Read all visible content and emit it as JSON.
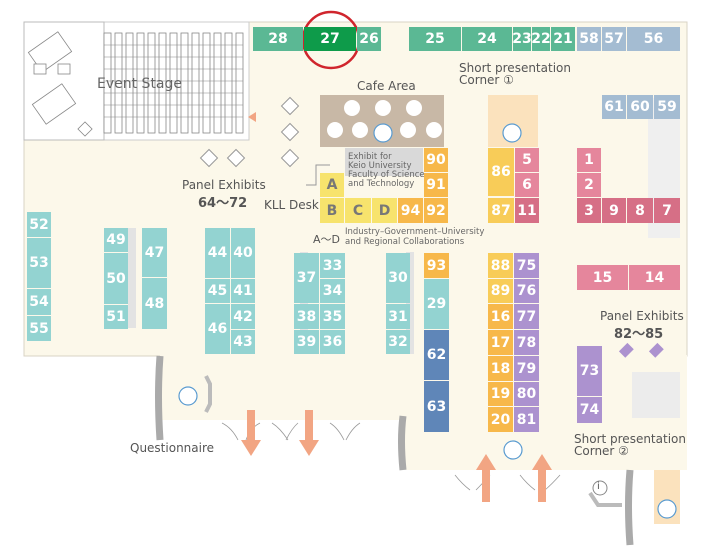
{
  "labels": {
    "event_stage": "Event Stage",
    "cafe_area": "Cafe Area",
    "short_presentation_1": "Short presentation",
    "short_presentation_1b": "Corner ①",
    "short_presentation_2": "Short presentation",
    "short_presentation_2b": "Corner ②",
    "panel_exhibits_a": "Panel Exhibits",
    "panel_exhibits_a_range": "64〜72",
    "panel_exhibits_b": "Panel Exhibits",
    "panel_exhibits_b_range": "82〜85",
    "kll_desk": "KLL Desk",
    "keio_exhibit_1": "Exhibit for",
    "keio_exhibit_2": "Keio University",
    "keio_exhibit_3": "Faculty of Science",
    "keio_exhibit_4": "and Technology",
    "igu_range": "A〜D",
    "igu_1": "Industry–Government–University",
    "igu_2": "and Regional Collaborations",
    "questionnaire": "Questionnaire",
    "info_symbol": "i"
  },
  "booths": {
    "b28": "28",
    "b27": "27",
    "b26": "26",
    "b25": "25",
    "b24": "24",
    "b23": "23",
    "b22": "22",
    "b21": "21",
    "b58": "58",
    "b57": "57",
    "b56": "56",
    "b61": "61",
    "b60": "60",
    "b59": "59",
    "b90": "90",
    "b91": "91",
    "b92": "92",
    "b94": "94",
    "bA": "A",
    "bB": "B",
    "bC": "C",
    "bD": "D",
    "b86": "86",
    "b87": "87",
    "b5": "5",
    "b6": "6",
    "b11": "11",
    "b1": "1",
    "b2": "2",
    "b3": "3",
    "b9": "9",
    "b8": "8",
    "b7": "7",
    "b15": "15",
    "b14": "14",
    "b52": "52",
    "b53": "53",
    "b54": "54",
    "b55": "55",
    "b49": "49",
    "b50": "50",
    "b51": "51",
    "b47": "47",
    "b48": "48",
    "b44": "44",
    "b40": "40",
    "b45": "45",
    "b41": "41",
    "b46": "46",
    "b42": "42",
    "b43": "43",
    "b37": "37",
    "b33": "33",
    "b34": "34",
    "b38": "38",
    "b35": "35",
    "b39": "39",
    "b36": "36",
    "b30": "30",
    "b31": "31",
    "b32": "32",
    "b93": "93",
    "b29": "29",
    "b62": "62",
    "b63": "63",
    "b88": "88",
    "b75": "75",
    "b89": "89",
    "b76": "76",
    "b16": "16",
    "b77": "77",
    "b17": "17",
    "b78": "78",
    "b18": "18",
    "b79": "79",
    "b19": "19",
    "b80": "80",
    "b20": "20",
    "b81": "81",
    "b73": "73",
    "b74": "74"
  },
  "colors": {
    "teal": "#93d3d1",
    "green": "#5bb894",
    "highlight_green": "#0e9b4a",
    "blue_gray": "#a4bcd2",
    "pink": "#e5869c",
    "orange": "#f7b84a",
    "yellow": "#f7e36d",
    "purple": "#ac92cf",
    "blue": "#5f86b8",
    "highlight_circle": "#d0252d",
    "arrow": "#f2a583",
    "floor": "#fcf8ea"
  }
}
